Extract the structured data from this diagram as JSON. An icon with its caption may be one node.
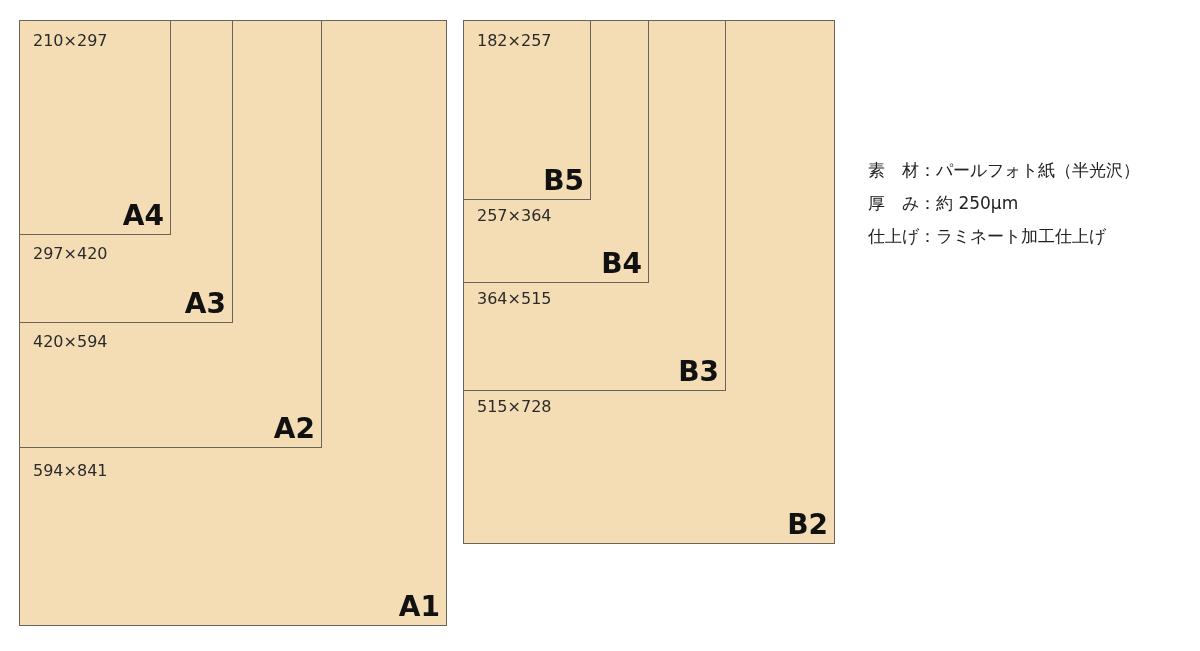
{
  "diagram": {
    "nodes": [
      {
        "text": [
          "594×841",
          "A1"
        ]
      },
      {
        "text": [
          "420×594",
          "A2"
        ],
        "in": 0
      },
      {
        "text": [
          "297×420",
          "A3"
        ],
        "in": 1
      },
      {
        "text": [
          "210×297",
          "A4"
        ],
        "in": 2
      },
      {
        "text": [
          "515×728",
          "B2"
        ]
      },
      {
        "text": [
          "364×515",
          "B3"
        ],
        "in": 4
      },
      {
        "text": [
          "257×364",
          "B4"
        ],
        "in": 5
      },
      {
        "text": [
          "182×257",
          "B5"
        ],
        "in": 6
      }
    ],
    "labels": [
      "素　材：パールフォト紙（半光沢）",
      "厚　み：約 250μm",
      "仕上げ：ラミネート加工仕上げ"
    ]
  }
}
